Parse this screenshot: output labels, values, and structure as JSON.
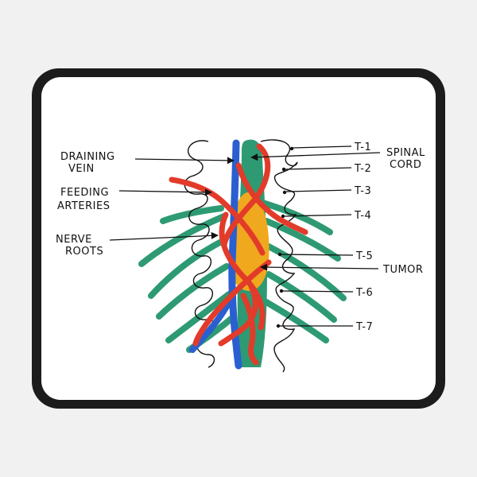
{
  "diagram": {
    "labels": {
      "draining_vein": [
        "DRAINING",
        "VEIN"
      ],
      "feeding_arteries": [
        "FEEDING",
        "ARTERIES"
      ],
      "nerve_roots": [
        "NERVE",
        "ROOTS"
      ],
      "spinal_cord": [
        "SPINAL",
        "CORD"
      ],
      "tumor": "TUMOR",
      "vertebrae": [
        "T-1",
        "T-2",
        "T-3",
        "T-4",
        "T-5",
        "T-6",
        "T-7"
      ]
    },
    "colors": {
      "mat_border": "#1c1c1c",
      "mat_surface": "#ffffff",
      "page_background": "#f1f1f1",
      "spinal_cord": "#2e9a73",
      "nerve_roots": "#2e9a73",
      "draining_vein": "#2a5fd0",
      "feeding_arteries": "#e23b2a",
      "tumor": "#f0a81e",
      "ink": "#111111"
    }
  }
}
